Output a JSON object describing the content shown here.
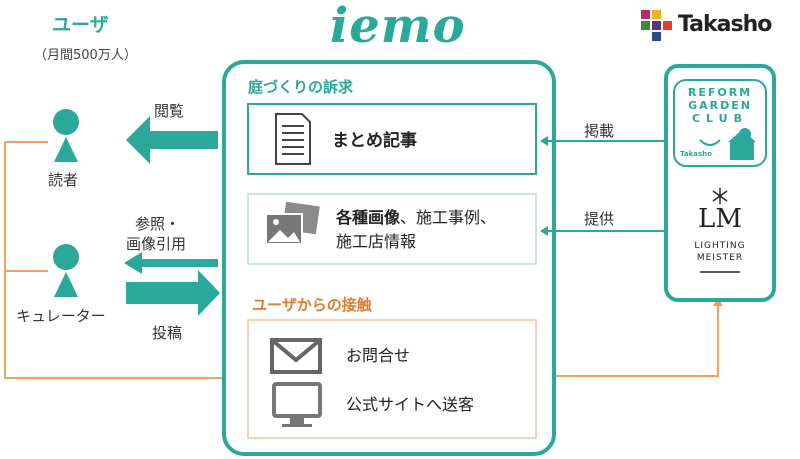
{
  "brand": {
    "name": "iemo",
    "partner": "Takasho"
  },
  "users": {
    "title": "ユーザ",
    "subtitle": "（月間500万人）",
    "reader": "読者",
    "curator": "キュレーター"
  },
  "flows": {
    "view": "閲覧",
    "reference_line1": "参照・",
    "reference_line2": "画像引用",
    "post": "投稿",
    "publish": "掲載",
    "provide": "提供"
  },
  "main_panel": {
    "section1_title": "庭づくりの訴求",
    "summary_article": "まとめ記事",
    "images_bold": "各種画像",
    "images_rest1": "、施工事例、",
    "images_rest2": "施工店情報",
    "section2_title": "ユーザからの接触",
    "inquiry": "お問合せ",
    "site_referral": "公式サイトへ送客"
  },
  "partner_panel": {
    "reform_line1": "REFORM",
    "reform_line2": "GARDEN",
    "reform_line3": "CLUB",
    "reform_brand": "Takasho",
    "lm_mark": "LM",
    "lm_line1": "LIGHTING",
    "lm_line2": "MEISTER"
  },
  "colors": {
    "teal": "#2aa89a",
    "orange": "#f0a060",
    "dark": "#333333"
  }
}
